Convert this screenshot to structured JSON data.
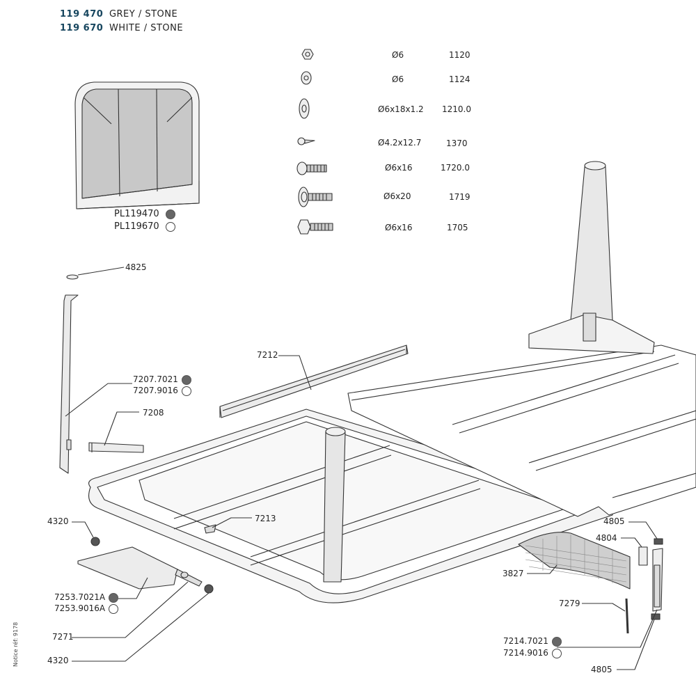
{
  "header": {
    "lines": [
      {
        "code": "119 470",
        "variant": "GREY / STONE"
      },
      {
        "code": "119 670",
        "variant": "WHITE / STONE"
      }
    ]
  },
  "panel_refs": [
    {
      "ref": "PL119470",
      "swatch": "grey"
    },
    {
      "ref": "PL119670",
      "swatch": "white"
    }
  ],
  "hardware": [
    {
      "size": "Ø6",
      "ref": "1120",
      "icon": "hex-nut-icon"
    },
    {
      "size": "Ø6",
      "ref": "1124",
      "icon": "flange-nut-icon"
    },
    {
      "size": "Ø6x18x1.2",
      "ref": "1210.0",
      "icon": "washer-icon"
    },
    {
      "size": "Ø4.2x12.7",
      "ref": "1370",
      "icon": "wood-screw-icon"
    },
    {
      "size": "Ø6x16",
      "ref": "1720.0",
      "icon": "button-bolt-icon"
    },
    {
      "size": "Ø6x20",
      "ref": "1719",
      "icon": "washer-bolt-icon"
    },
    {
      "size": "Ø6x16",
      "ref": "1705",
      "icon": "flange-bolt-icon"
    }
  ],
  "parts": {
    "p4825a": "4825",
    "p7212": "7212",
    "p7207a": "7207.7021",
    "p7207b": "7207.9016",
    "p7208": "7208",
    "p4320a": "4320",
    "p7213": "7213",
    "p4805a": "4805",
    "p4804": "4804",
    "p3827": "3827",
    "p7253a": "7253.7021A",
    "p7253b": "7253.9016A",
    "p7279": "7279",
    "p7271": "7271",
    "p7214a": "7214.7021",
    "p7214b": "7214.9016",
    "p4320b": "4320",
    "p4805b": "4805"
  },
  "colors": {
    "grey_swatch": "#666666",
    "white_swatch": "#ffffff",
    "header_code": "#17465f"
  },
  "notice": "Notice réf: 9178"
}
